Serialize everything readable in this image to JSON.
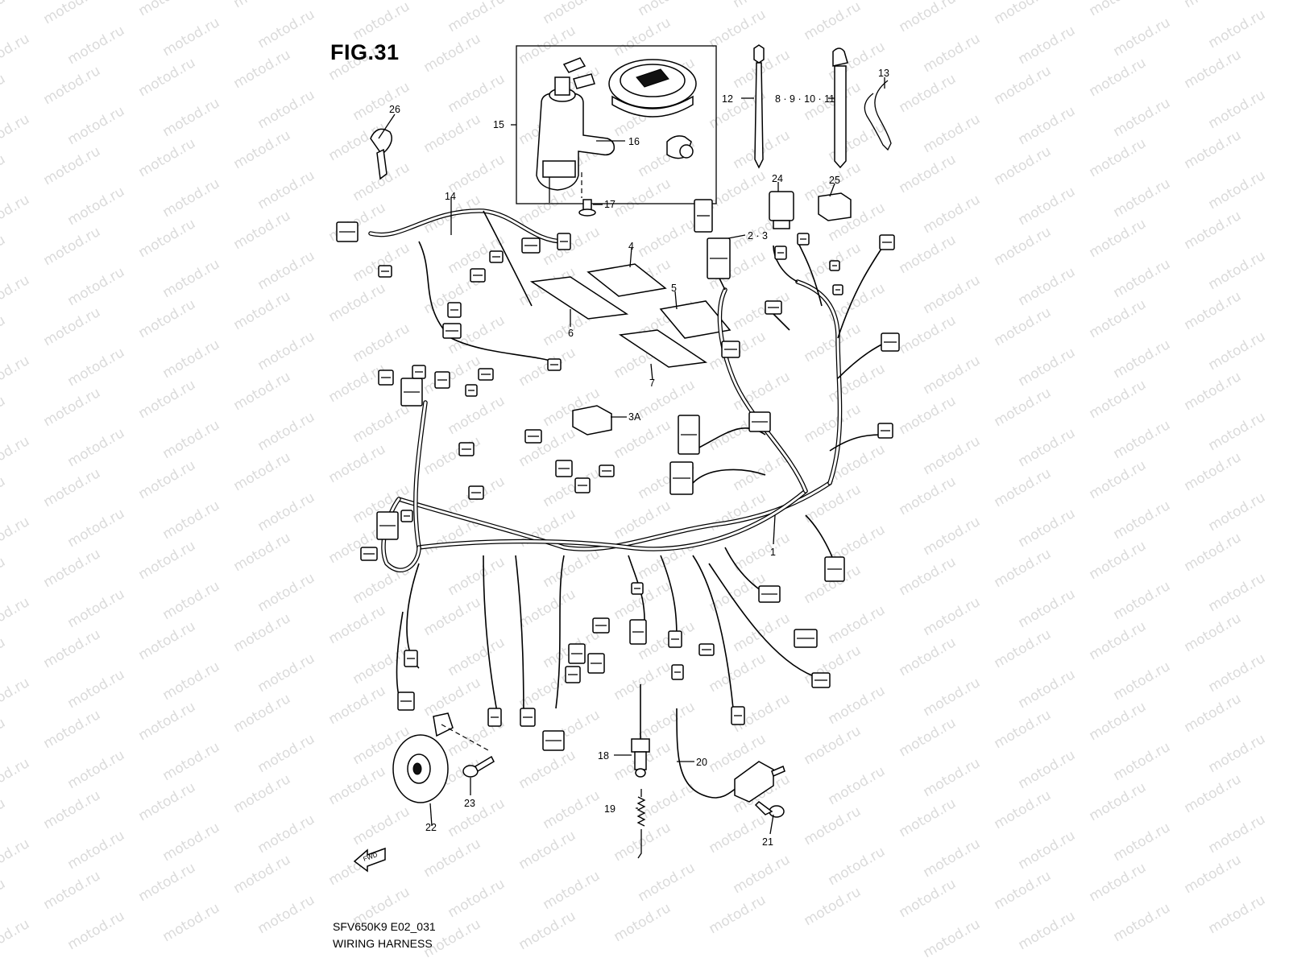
{
  "figure": {
    "title": "FIG.31",
    "model_code": "SFV650K9 E02_031",
    "name": "WIRING HARNESS",
    "direction_marker": "FWD",
    "watermark": "motod.ru"
  },
  "callouts": [
    {
      "id": "c1",
      "label": "1"
    },
    {
      "id": "c23",
      "label": "2 · 3"
    },
    {
      "id": "c3a",
      "label": "3A"
    },
    {
      "id": "c4",
      "label": "4"
    },
    {
      "id": "c5",
      "label": "5"
    },
    {
      "id": "c6",
      "label": "6"
    },
    {
      "id": "c7",
      "label": "7"
    },
    {
      "id": "c811",
      "label": "8 · 9 · 10 · 11"
    },
    {
      "id": "c12",
      "label": "12"
    },
    {
      "id": "c13",
      "label": "13"
    },
    {
      "id": "c14",
      "label": "14"
    },
    {
      "id": "c15",
      "label": "15"
    },
    {
      "id": "c16",
      "label": "16"
    },
    {
      "id": "c17",
      "label": "17"
    },
    {
      "id": "c18",
      "label": "18"
    },
    {
      "id": "c19",
      "label": "19"
    },
    {
      "id": "c20",
      "label": "20"
    },
    {
      "id": "c21",
      "label": "21"
    },
    {
      "id": "c22",
      "label": "22"
    },
    {
      "id": "c23b",
      "label": "23"
    },
    {
      "id": "c24",
      "label": "24"
    },
    {
      "id": "c25",
      "label": "25"
    },
    {
      "id": "c26",
      "label": "26"
    }
  ]
}
